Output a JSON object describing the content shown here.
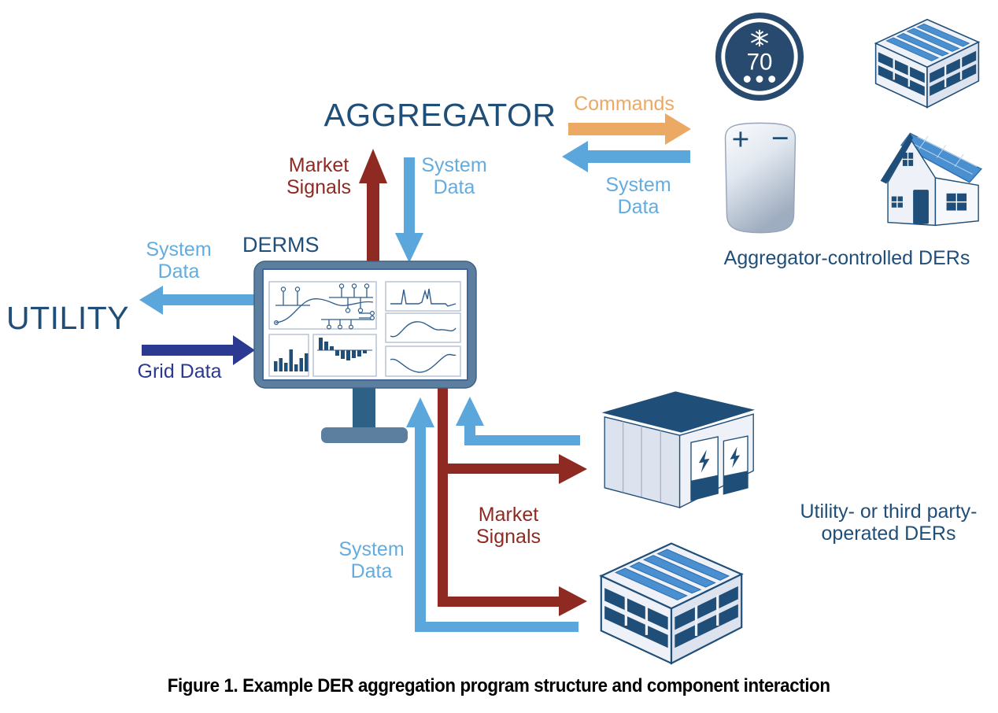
{
  "figure": {
    "caption": "Figure 1. Example DER aggregation program structure and component interaction"
  },
  "nodes": {
    "utility": "UTILITY",
    "aggregator": "AGGREGATOR",
    "derms": "DERMS"
  },
  "flows": {
    "commands": "Commands",
    "system_data": "System Data",
    "market_signals": "Market Signals",
    "grid_data": "Grid Data"
  },
  "groups": {
    "aggregator_ders": "Aggregator-controlled DERs",
    "utility_ders": "Utility- or third party-operated DERs"
  },
  "thermostat": {
    "temperature": "70"
  },
  "device": {
    "plus": "+",
    "minus": "−"
  },
  "icons": {
    "thermostat": "thermostat-dial-icon",
    "snowflake": "snowflake-icon",
    "smart_device": "water-heater-controller-icon",
    "commercial_building": "solar-commercial-building-icon",
    "house": "solar-house-icon",
    "battery_container": "battery-storage-container-icon",
    "lightning": "lightning-bolt-icon",
    "derms_monitor": "derms-dashboard-monitor-icon"
  },
  "colors": {
    "navy": "#1F4E79",
    "sky_text": "#63ACDF",
    "light_blue": "#5BA7DC",
    "dark_red": "#8E2A21",
    "royal_blue": "#2B3A90",
    "orange": "#EBA963",
    "monitor_frame": "#5C7F9F",
    "monitor_stand": "#2D6186",
    "screen_border": "#44679A",
    "panel_border": "#B9C4D6",
    "chart_ink": "#2E5E8E",
    "icon_light": "#EEF1F7",
    "icon_mid": "#DDE3EE",
    "icon_shade": "#C4CCDC",
    "solar_blue": "#4A90D0",
    "solar_dark": "#2F6FB0",
    "thermostat_navy": "#274A6E",
    "device_grad_start": "#FBFCFE",
    "device_grad_mid": "#E2E8F0",
    "device_grad_end": "#9FADC0",
    "caption_black": "#000000"
  }
}
